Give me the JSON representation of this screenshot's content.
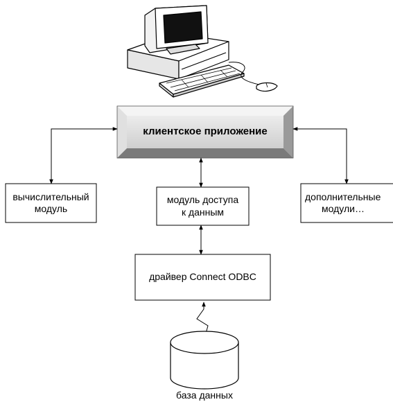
{
  "nodes": {
    "client_app": "клиентское приложение",
    "compute_module_line1": "вычислительный",
    "compute_module_line2": "модуль",
    "access_module_line1": "модуль доступа",
    "access_module_line2": "к данным",
    "extra_modules_line1": "дополнительные",
    "extra_modules_line2": "модули…",
    "odbc_driver": "драйвер Connect ODBC",
    "database": "база данных"
  },
  "icons": [
    "computer-icon",
    "database-icon"
  ]
}
